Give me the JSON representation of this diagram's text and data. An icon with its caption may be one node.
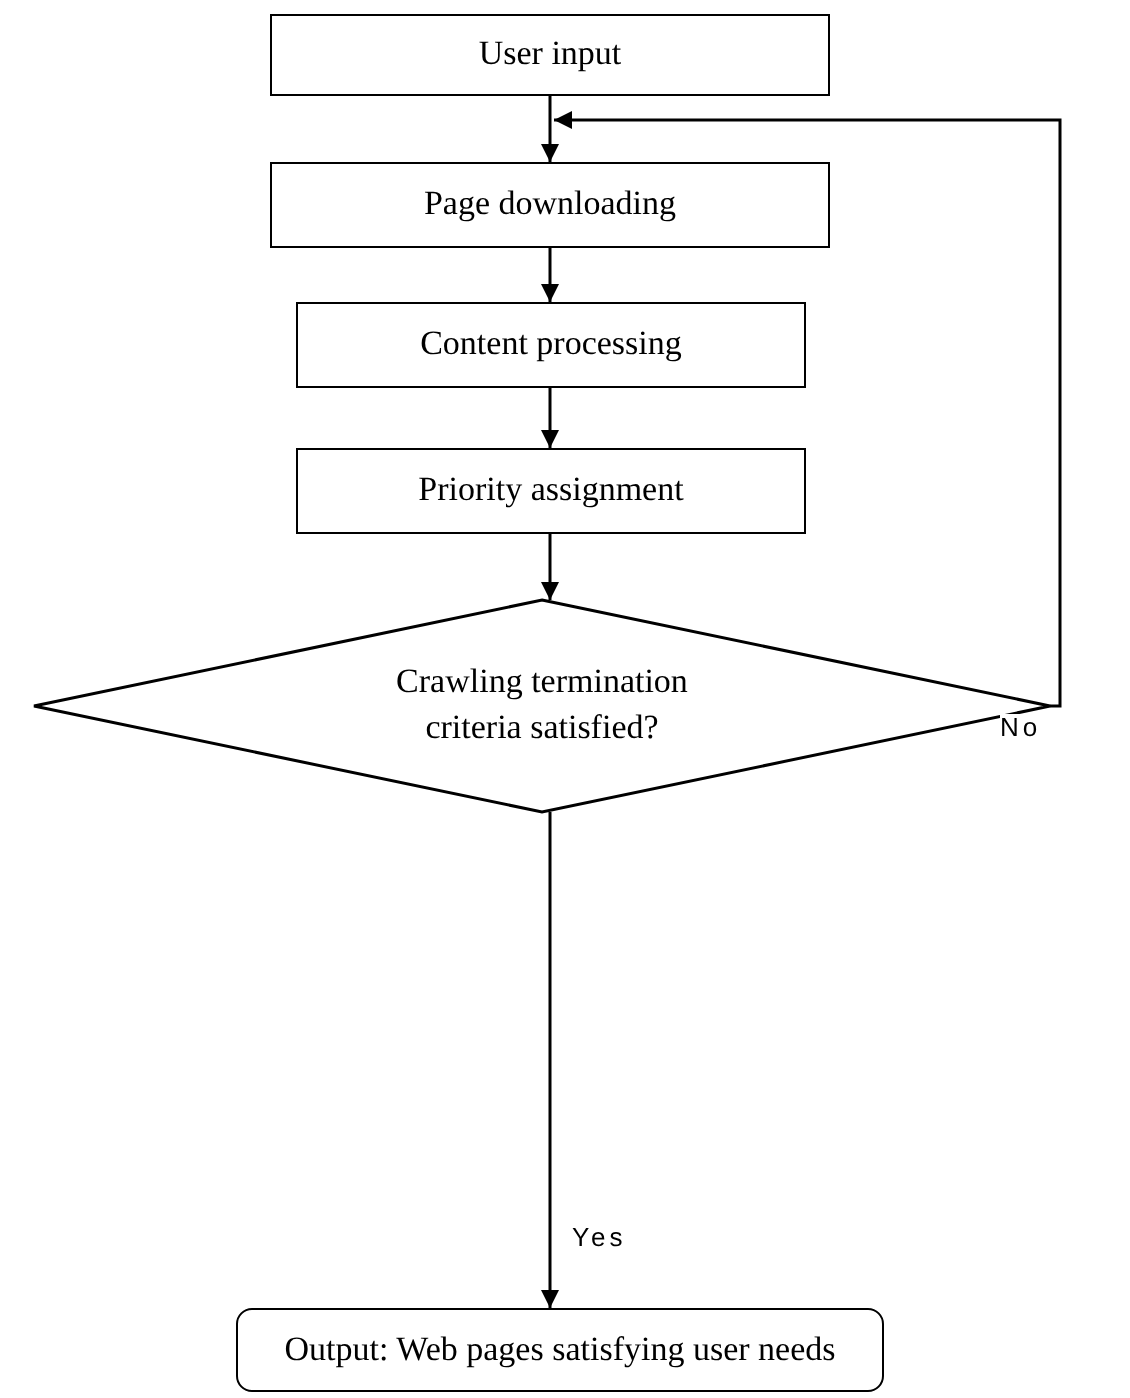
{
  "diagram": {
    "nodes": [
      {
        "text": [
          "User input"
        ]
      },
      {
        "text": [
          "Page downloading"
        ]
      },
      {
        "text": [
          "Content processing"
        ]
      },
      {
        "text": [
          "Priority assignment"
        ]
      },
      {
        "text": [
          "Crawling termination criteria satisfied?"
        ]
      },
      {
        "text": [
          "Output: Web pages satisfying user needs"
        ]
      }
    ],
    "edges": [
      {
        "from": 0,
        "to": 1,
        "arrow": "to"
      },
      {
        "from": 1,
        "to": 2,
        "arrow": "to"
      },
      {
        "from": 2,
        "to": 3,
        "arrow": "to"
      },
      {
        "from": 3,
        "to": 4,
        "arrow": "to"
      },
      {
        "from": 4,
        "to": 1,
        "arrow": "to",
        "label": "No"
      },
      {
        "from": 4,
        "to": 5,
        "arrow": "to",
        "label": "Yes"
      }
    ]
  }
}
